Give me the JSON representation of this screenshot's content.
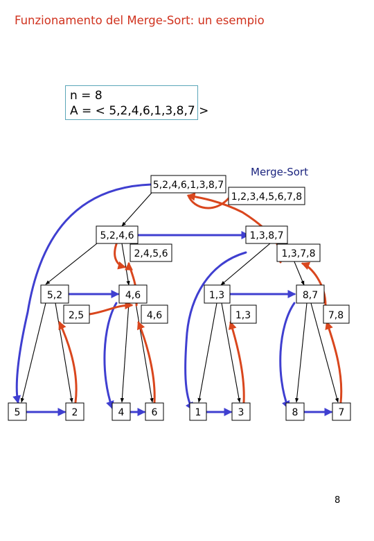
{
  "title": "Funzionamento del Merge-Sort: un esempio",
  "info": {
    "n_line": "n = 8",
    "array_line": "A = < 5,2,4,6,1,3,8,7 >"
  },
  "algorithm_label": "Merge-Sort",
  "page_number": "8",
  "colors": {
    "title": "#d0321e",
    "merge_arrows": "#d9461d",
    "call_arrows": "#3f3fd0",
    "split_lines": "#000000",
    "info_border": "#5aa6b8"
  },
  "nodes": [
    {
      "id": "root",
      "label": "5,2,4,6,1,3,8,7"
    },
    {
      "id": "root_sorted",
      "label": "1,2,3,4,5,6,7,8"
    },
    {
      "id": "l1",
      "label": "5,2,4,6"
    },
    {
      "id": "r1",
      "label": "1,3,8,7"
    },
    {
      "id": "l1_sorted",
      "label": "2,4,5,6"
    },
    {
      "id": "r1_sorted",
      "label": "1,3,7,8"
    },
    {
      "id": "ll",
      "label": "5,2"
    },
    {
      "id": "lr",
      "label": "4,6"
    },
    {
      "id": "rl",
      "label": "1,3"
    },
    {
      "id": "rr",
      "label": "8,7"
    },
    {
      "id": "ll_sorted",
      "label": "2,5"
    },
    {
      "id": "lr_sorted",
      "label": "4,6"
    },
    {
      "id": "rl_sorted",
      "label": "1,3"
    },
    {
      "id": "rr_sorted",
      "label": "7,8"
    },
    {
      "id": "leaf1",
      "label": "5"
    },
    {
      "id": "leaf2",
      "label": "2"
    },
    {
      "id": "leaf3",
      "label": "4"
    },
    {
      "id": "leaf4",
      "label": "6"
    },
    {
      "id": "leaf5",
      "label": "1"
    },
    {
      "id": "leaf6",
      "label": "3"
    },
    {
      "id": "leaf7",
      "label": "8"
    },
    {
      "id": "leaf8",
      "label": "7"
    }
  ]
}
